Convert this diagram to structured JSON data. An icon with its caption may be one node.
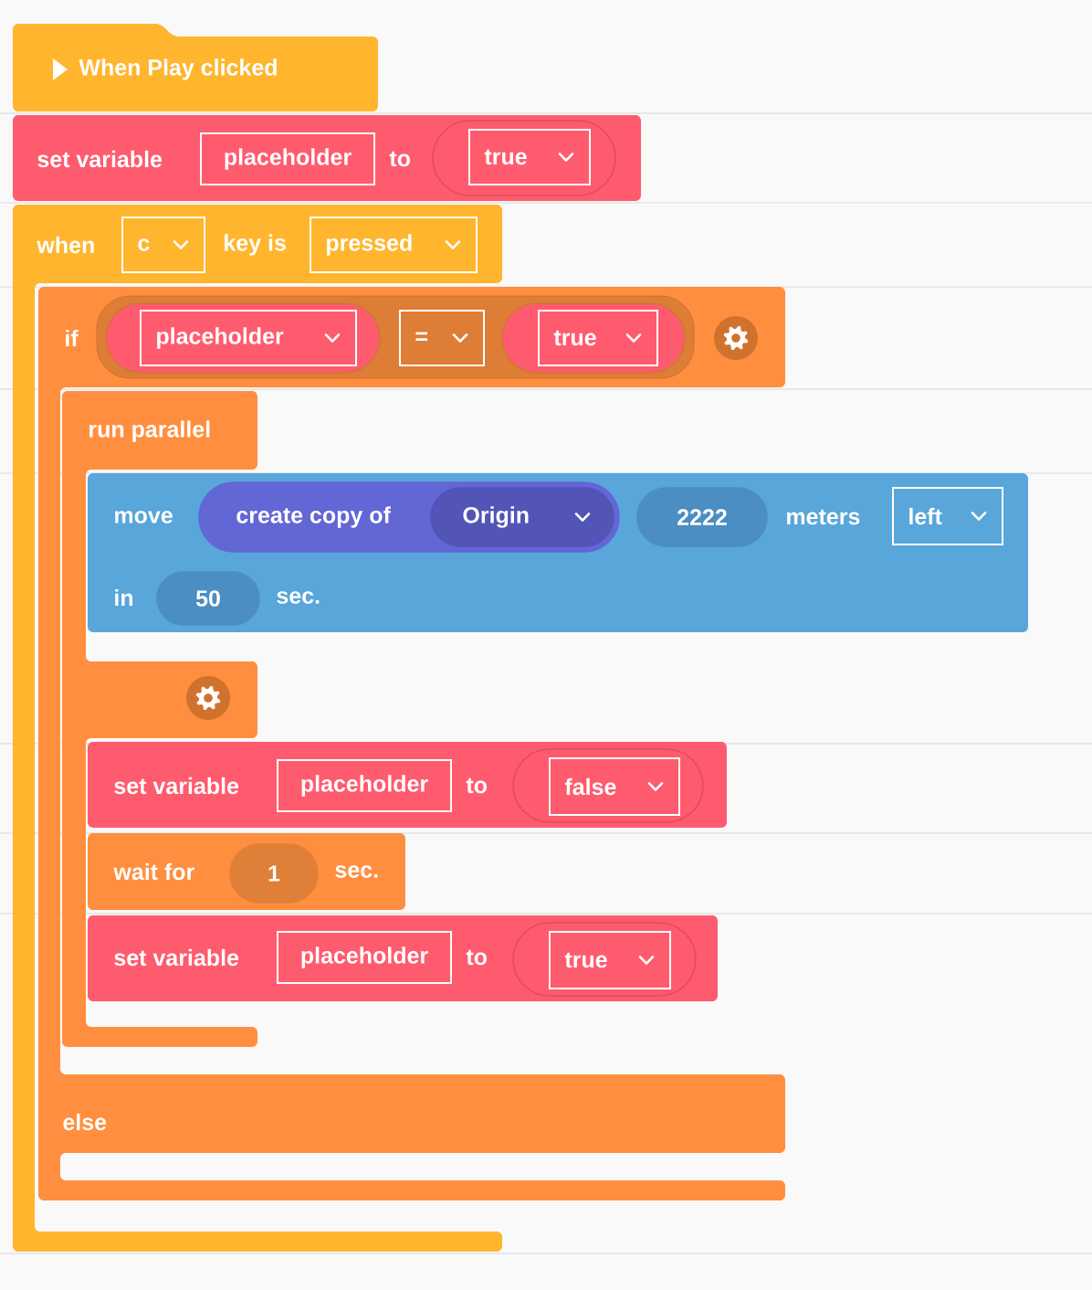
{
  "diagram": {
    "nodes": [
      {
        "text": [
          "When Play clicked"
        ]
      },
      {
        "text": [
          "set variable",
          "to"
        ]
      },
      {
        "text": [
          "placeholder"
        ],
        "in": 1
      },
      {
        "text": [
          "true"
        ],
        "in": 1
      },
      {
        "text": [
          "when",
          "key is"
        ]
      },
      {
        "text": [
          "c"
        ],
        "in": 4
      },
      {
        "text": [
          "pressed"
        ],
        "in": 4
      },
      {
        "text": [
          "if",
          "else"
        ]
      },
      {
        "text": [
          "placeholder"
        ],
        "in": 7
      },
      {
        "text": [
          "="
        ],
        "in": 7
      },
      {
        "text": [
          "true"
        ],
        "in": 7
      },
      {
        "text": [
          "run parallel"
        ],
        "in": 7
      },
      {
        "text": [
          "move",
          "meters",
          "in",
          "sec."
        ]
      },
      {
        "text": [
          "create copy of"
        ],
        "in": 12
      },
      {
        "text": [
          "Origin"
        ],
        "in": 13
      },
      {
        "text": [
          "2222"
        ],
        "in": 12
      },
      {
        "text": [
          "left"
        ],
        "in": 12
      },
      {
        "text": [
          "50"
        ],
        "in": 12
      },
      {
        "text": [
          "set variable",
          "to"
        ],
        "in": 7
      },
      {
        "text": [
          "placeholder"
        ],
        "in": 18
      },
      {
        "text": [
          "false"
        ],
        "in": 18
      },
      {
        "text": [
          "wait for",
          "sec."
        ],
        "in": 7
      },
      {
        "text": [
          "1"
        ],
        "in": 21
      },
      {
        "text": [
          "set variable",
          "to"
        ],
        "in": 7
      },
      {
        "text": [
          "placeholder"
        ],
        "in": 23
      },
      {
        "text": [
          "true"
        ],
        "in": 23
      }
    ]
  }
}
